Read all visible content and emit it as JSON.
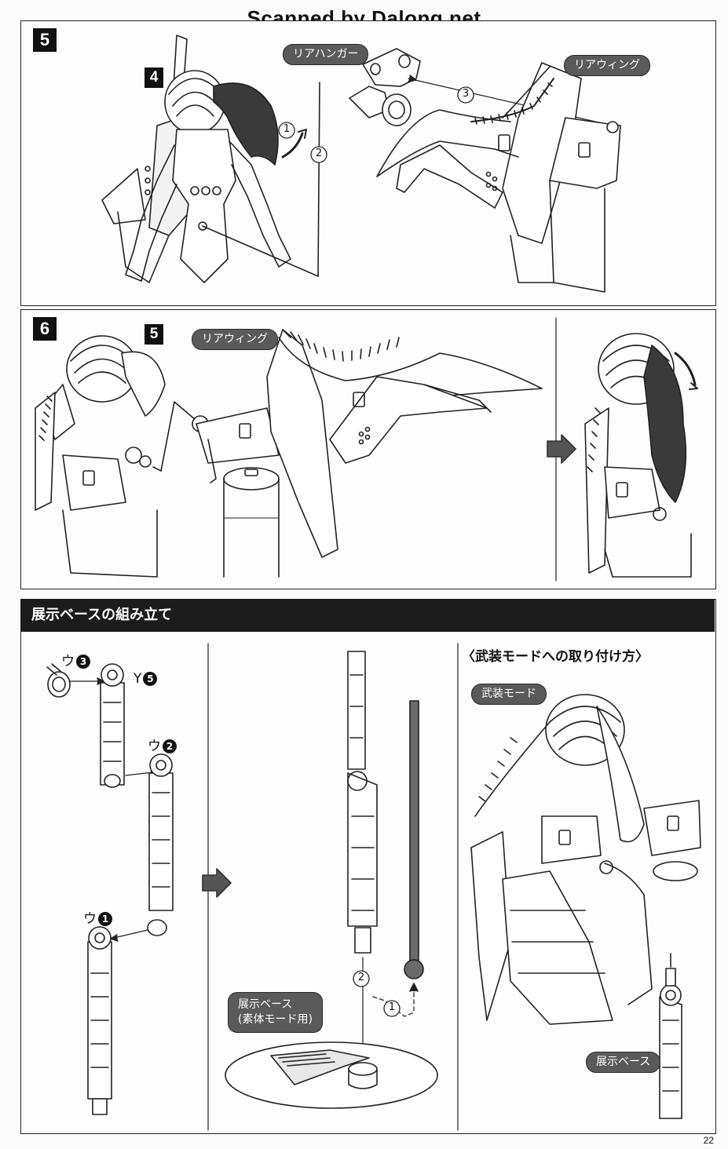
{
  "watermark": "Scanned by Dalong.net",
  "step5": {
    "number": "5",
    "ref_step": "4",
    "labels": {
      "rear_hanger": "リアハンガー",
      "rear_wing": "リアウィング"
    },
    "callouts": [
      "1",
      "2",
      "3"
    ]
  },
  "step6": {
    "number": "6",
    "ref_step": "5",
    "labels": {
      "rear_wing": "リアウィング"
    }
  },
  "base_section": {
    "title": "展示ベースの組み立て",
    "parts": [
      {
        "name": "ウ",
        "num": "3"
      },
      {
        "name": "Y",
        "num": "5"
      },
      {
        "name": "ウ",
        "num": "2"
      },
      {
        "name": "ウ",
        "num": "1"
      }
    ],
    "base_label_line1": "展示ベース",
    "base_label_line2": "(素体モード用)",
    "callouts": [
      "1",
      "2"
    ],
    "armed_heading": "〈武装モードへの取り付け方〉",
    "armed_mode_label": "武装モード",
    "display_base_label": "展示ベース"
  },
  "page_number": "22"
}
